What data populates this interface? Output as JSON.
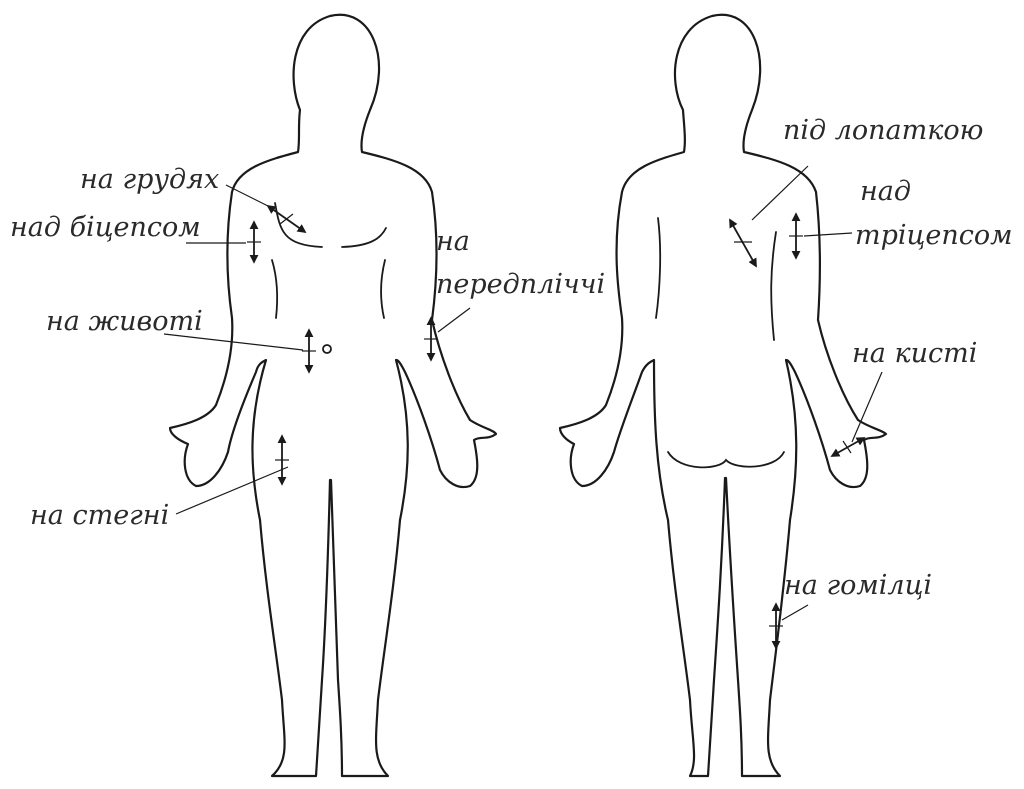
{
  "labels": {
    "chest": "на грудях",
    "biceps": "над біцепсом",
    "abdomen": "на животі",
    "thigh": "на стегні",
    "forearm_line1": "на",
    "forearm_line2": "передпліччі",
    "scapula": "під лопаткою",
    "triceps_line1": "над",
    "triceps_line2": "тріцепсом",
    "wrist": "на кисті",
    "shin": "на гомілці"
  }
}
